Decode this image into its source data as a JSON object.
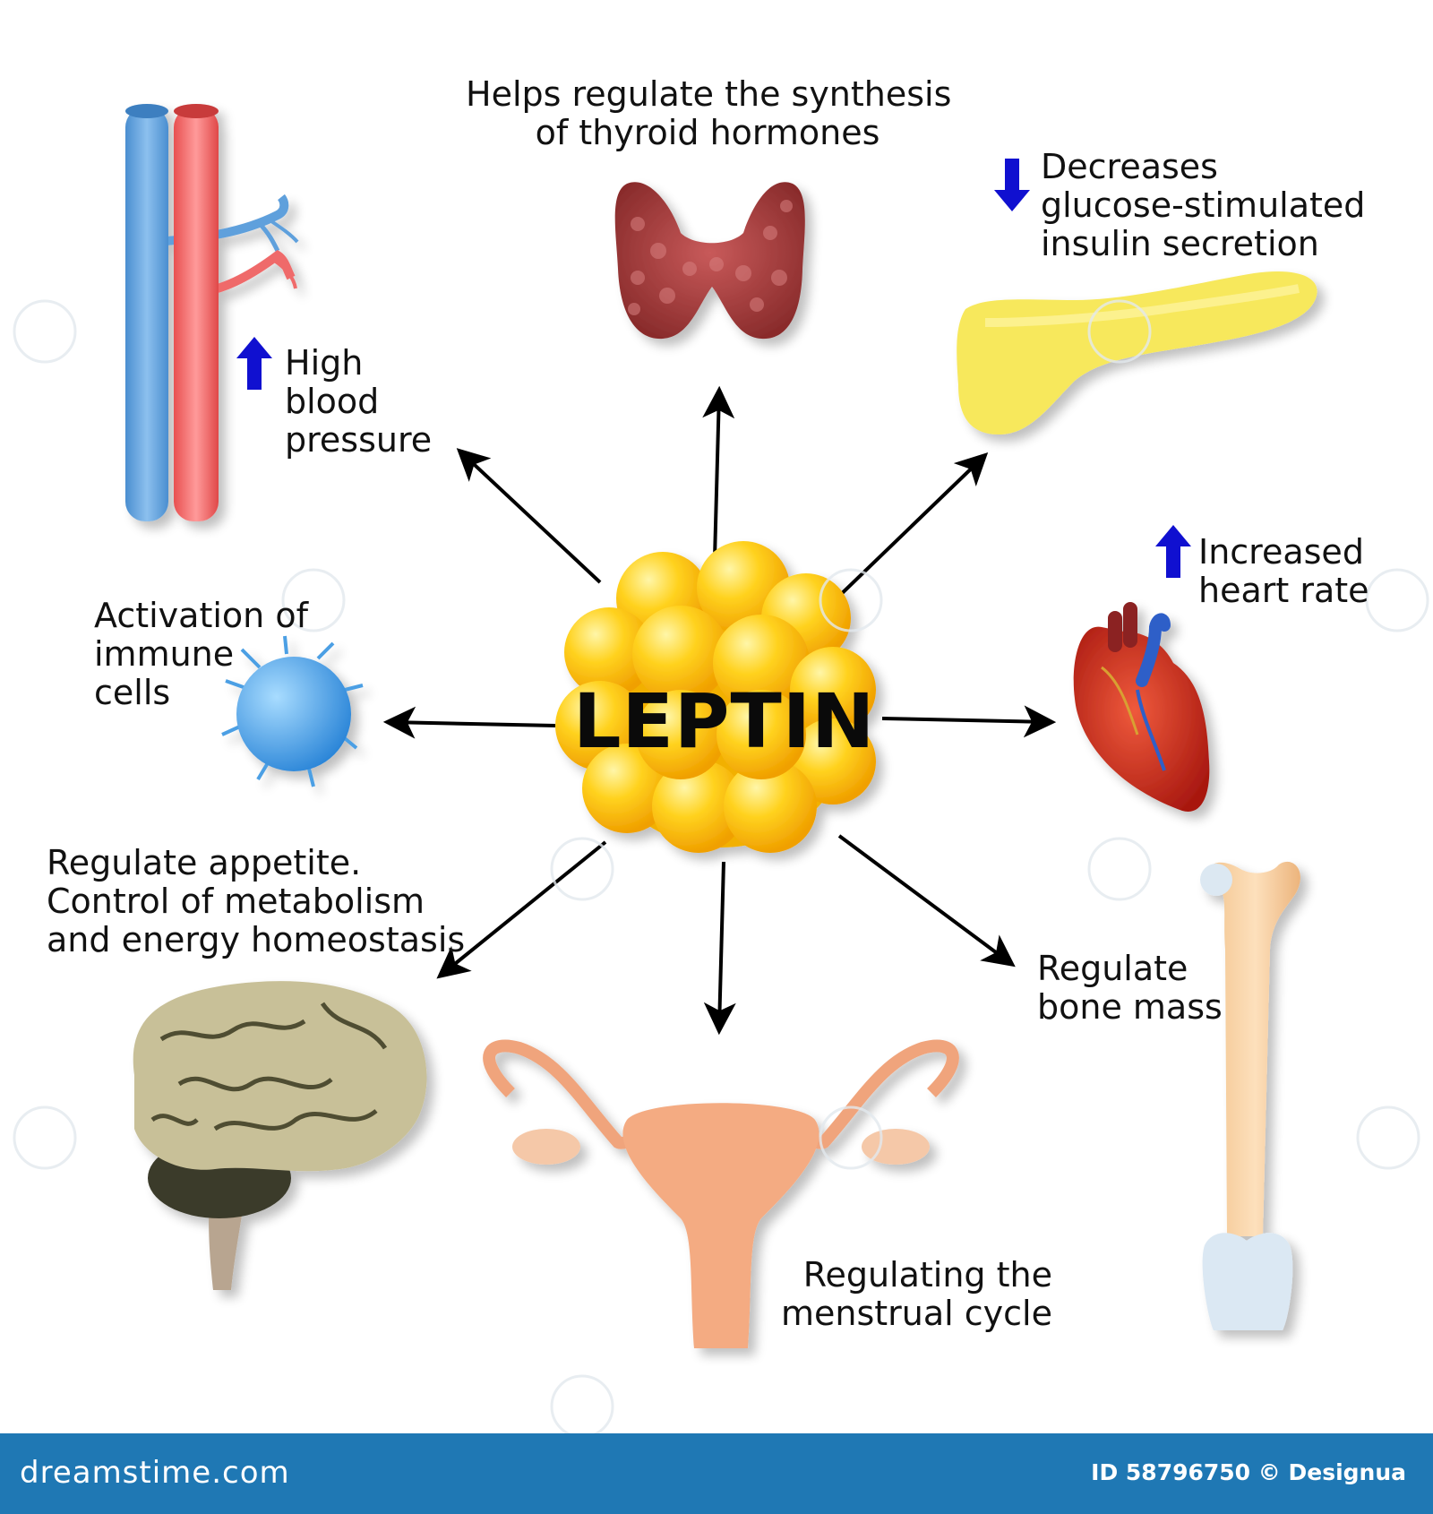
{
  "center": {
    "title": "LEPTIN"
  },
  "effects": {
    "thyroid": {
      "lines": [
        "Helps regulate the synthesis",
        "of thyroid hormones"
      ]
    },
    "pancreas": {
      "lines": [
        "Decreases",
        "glucose-stimulated",
        "insulin secretion"
      ],
      "indicator": "arrow-down-icon"
    },
    "blood_pressure": {
      "lines": [
        "High",
        "blood",
        "pressure"
      ],
      "indicator": "arrow-up-icon"
    },
    "heart": {
      "lines": [
        "Increased",
        "heart rate"
      ],
      "indicator": "arrow-up-icon"
    },
    "immune": {
      "lines": [
        "Activation of",
        "immune",
        "cells"
      ]
    },
    "appetite": {
      "lines": [
        "Regulate appetite.",
        "Control of metabolism",
        "and energy homeostasis"
      ]
    },
    "bone": {
      "lines": [
        "Regulate",
        "bone mass"
      ]
    },
    "menstrual": {
      "lines": [
        "Regulating the",
        "menstrual cycle"
      ]
    }
  },
  "footer": {
    "site": "dreamstime.com",
    "credit": "ID 58796750 © Designua"
  },
  "colors": {
    "indicator_arrow": "#1010d0",
    "footer_bg": "#1f78b4",
    "fat_cell": "#ffcc1a",
    "artery": "#ef6a6a",
    "vein": "#5fa0dc"
  }
}
